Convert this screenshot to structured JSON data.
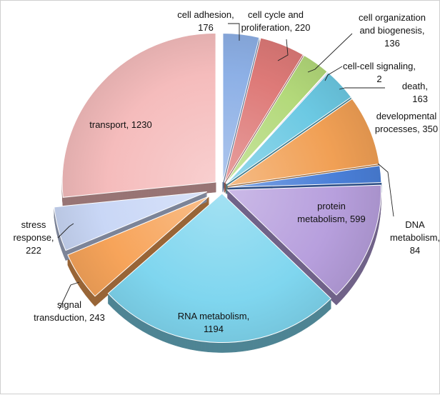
{
  "chart_data": {
    "type": "pie",
    "title": "",
    "slices": [
      {
        "label": "cell adhesion",
        "value": 176,
        "color": "#8db0e6"
      },
      {
        "label": "cell cycle and proliferation",
        "value": 220,
        "color": "#de7a78"
      },
      {
        "label": "cell organization and biogenesis",
        "value": 136,
        "color": "#b3d97a"
      },
      {
        "label": "cell-cell signaling",
        "value": 2,
        "color": "#a189c8"
      },
      {
        "label": "death",
        "value": 163,
        "color": "#6cc9e3"
      },
      {
        "label": "developmental processes",
        "value": 350,
        "color": "#f1a055"
      },
      {
        "label": "DNA metabolism",
        "value": 84,
        "color": "#4a7fd8"
      },
      {
        "label": "protein metabolism",
        "value": 599,
        "color": "#b79fdd"
      },
      {
        "label": "RNA metabolism",
        "value": 1194,
        "color": "#7fd6ef"
      },
      {
        "label": "signal transduction",
        "value": 243,
        "color": "#f7a45a"
      },
      {
        "label": "stress response",
        "value": 222,
        "color": "#c9d7f6"
      },
      {
        "label": "transport",
        "value": 1230,
        "color": "#f5bcbc"
      }
    ],
    "data_labels": [
      [
        "cell adhesion,",
        "176"
      ],
      [
        "cell cycle and",
        "proliferation, 220"
      ],
      [
        "cell organization",
        "and biogenesis,",
        "136"
      ],
      [
        "cell-cell signaling,",
        "2"
      ],
      [
        "death,",
        "163"
      ],
      [
        "developmental",
        "processes, 350"
      ],
      [
        "DNA",
        "metabolism,",
        "84"
      ],
      [
        "protein",
        "metabolism, 599"
      ],
      [
        "RNA metabolism,",
        "1194"
      ],
      [
        "signal",
        "transduction, 243"
      ],
      [
        "stress",
        "response,",
        "222"
      ],
      [
        "transport, 1230"
      ]
    ],
    "legend": "none",
    "style": "exploded 3D pie"
  }
}
